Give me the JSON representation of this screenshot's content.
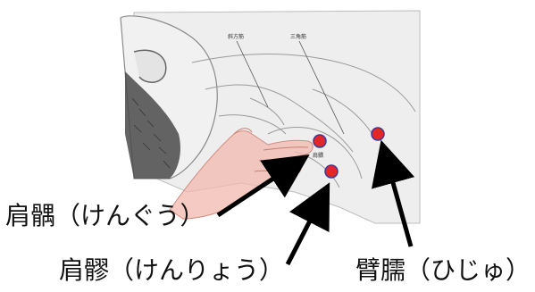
{
  "figure": {
    "small_labels": [
      "斜方筋",
      "三角筋",
      "肩髃"
    ]
  },
  "points": [
    {
      "name": "肩髃",
      "reading": "けんぐう",
      "label": "肩髃（けんぐう）"
    },
    {
      "name": "肩髎",
      "reading": "けんりょう",
      "label": "肩髎（けんりょう）"
    },
    {
      "name": "臂臑",
      "reading": "ひじゅ",
      "label": "臂臑（ひじゅ）"
    }
  ],
  "colors": {
    "acupoint_fill": "#e3262a",
    "acupoint_ring": "#3b3b9a",
    "arrow": "#000000",
    "hand": "#f2b8ad"
  }
}
